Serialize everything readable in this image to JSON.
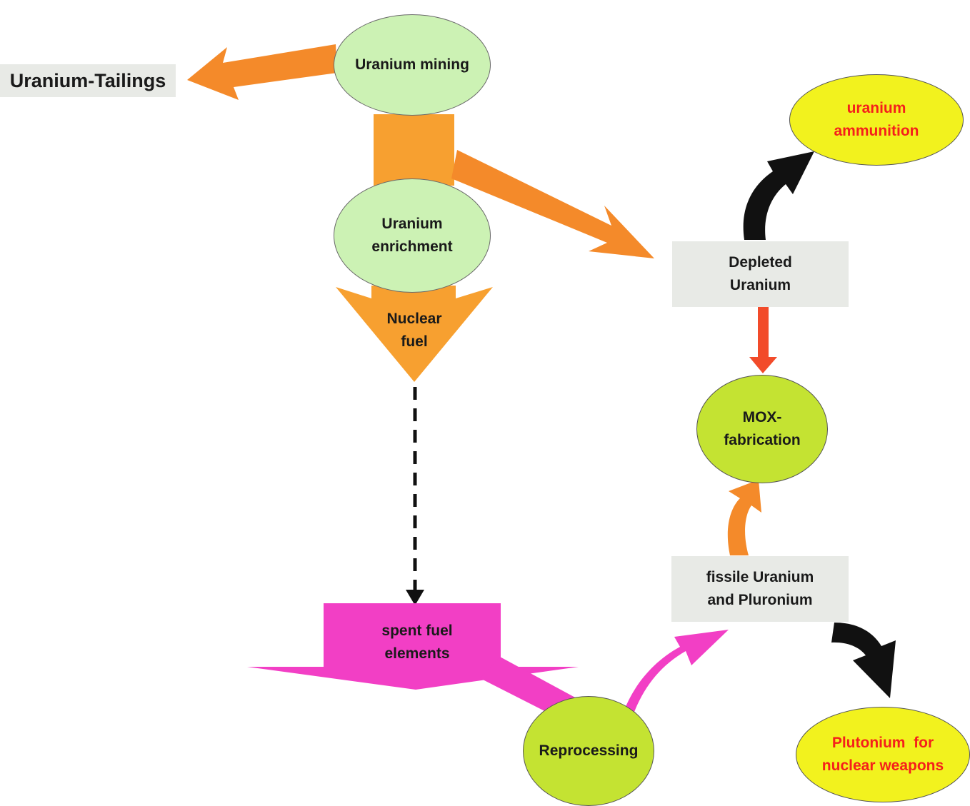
{
  "nodes": {
    "uranium_mining": "Uranium mining",
    "uranium_tailings": "Uranium-Tailings",
    "uranium_enrichment": [
      "Uranium",
      "enrichment"
    ],
    "nuclear_fuel": [
      "Nuclear",
      "fuel"
    ],
    "depleted_uranium": [
      "Depleted",
      "Uranium"
    ],
    "uranium_ammunition": [
      "uranium",
      "ammunition"
    ],
    "mox_fabrication": [
      "MOX-",
      "fabrication"
    ],
    "fissile_uranium_plutonium": [
      "fissile Uranium",
      "and Pluronium"
    ],
    "spent_fuel_elements": [
      "spent fuel",
      "elements"
    ],
    "reprocessing": "Reprocessing",
    "plutonium_weapons": [
      "Plutonium  for",
      "nuclear weapons"
    ]
  },
  "colors": {
    "orange": "#f7a030",
    "orange_dark": "#f48a2a",
    "red_arrow": "#f24b2a",
    "magenta": "#f23fc5",
    "black": "#111111",
    "green_ellipse": "#ccf2b4",
    "lime_ellipse": "#c4e332",
    "yellow_ellipse": "#f2f21e",
    "gray_box": "#e8eae6",
    "red_text": "#f5201b"
  }
}
